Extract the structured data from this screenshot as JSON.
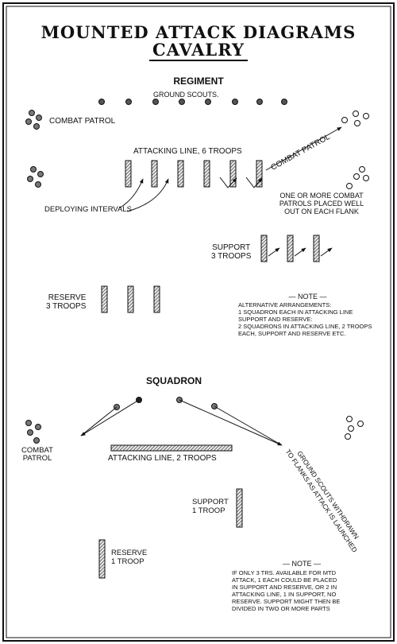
{
  "title": {
    "line1": "MOUNTED ATTACK DIAGRAMS",
    "line2": "CAVALRY"
  },
  "regiment": {
    "heading": "REGIMENT",
    "ground_scouts": "GROUND SCOUTS.",
    "combat_patrol_left": "COMBAT PATROL",
    "combat_patrol_right": "COMBAT PATROL",
    "attacking_line": "ATTACKING LINE, 6 TROOPS",
    "deploying_intervals": "DEPLOYING INTERVALS",
    "flank_note": [
      "ONE OR MORE COMBAT",
      "PATROLS PLACED WELL",
      "OUT ON EACH FLANK"
    ],
    "support": [
      "SUPPORT",
      "3 TROOPS"
    ],
    "reserve": [
      "RESERVE",
      "3 TROOPS"
    ],
    "note_heading": "— NOTE —",
    "note_lines": [
      "ALTERNATIVE ARRANGEMENTS:",
      "1 SQUADRON EACH IN ATTACKING LINE",
      "SUPPORT AND RESERVE:",
      "2 SQUADRONS IN ATTACKING LINE, 2 TROOPS",
      "EACH, SUPPORT AND RESERVE ETC."
    ]
  },
  "squadron": {
    "heading": "SQUADRON",
    "combat_patrol": [
      "COMBAT",
      "PATROL"
    ],
    "attacking_line": "ATTACKING LINE, 2 TROOPS",
    "ground_scouts_note": [
      "GROUND SCOUTS WITHDRAWN",
      "TO FLANKS AS ATTACK IS LAUNCHED"
    ],
    "support": [
      "SUPPORT",
      "1 TROOP"
    ],
    "reserve": [
      "RESERVE",
      "1 TROOP"
    ],
    "note_heading": "— NOTE —",
    "note_lines": [
      "IF ONLY 3 TRS. AVAILABLE FOR MTD",
      "ATTACK, 1 EACH COULD BE PLACED",
      "IN SUPPORT AND RESERVE, OR 2 IN",
      "ATTACKING LINE, 1 IN SUPPORT, NO",
      "RESERVE. SUPPORT MIGHT THEN BE",
      "DIVIDED IN TWO OR MORE PARTS"
    ]
  }
}
